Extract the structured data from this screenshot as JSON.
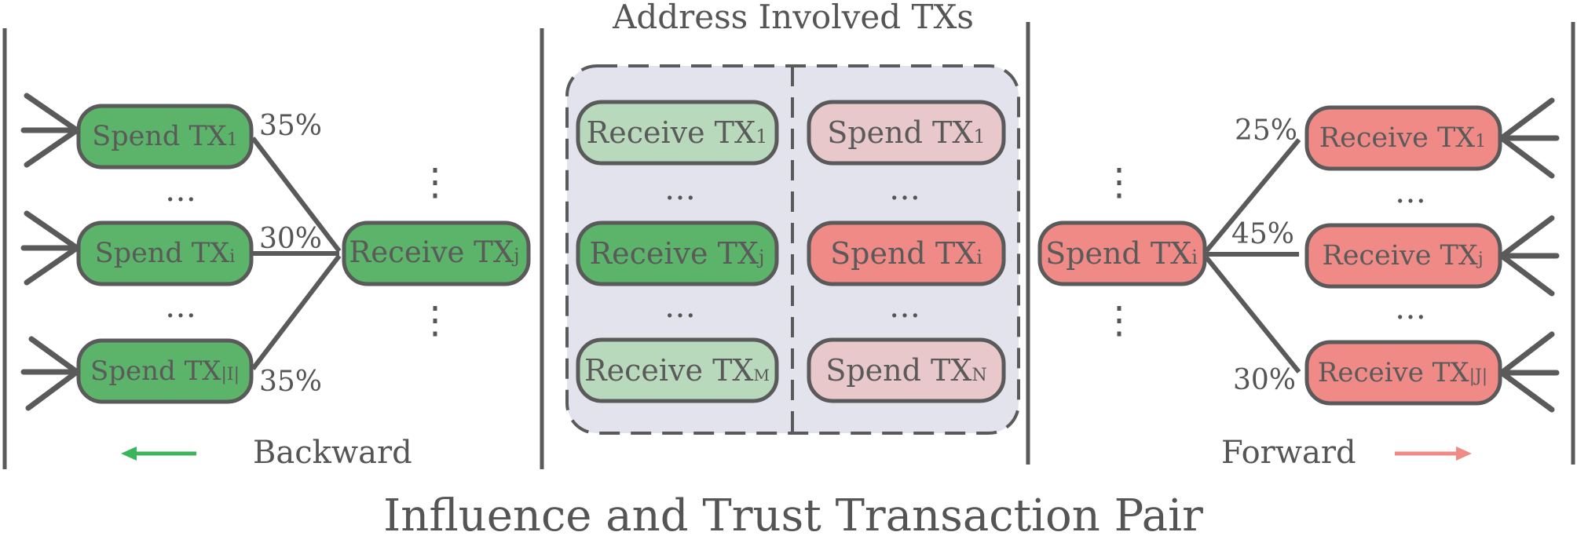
{
  "title": "Influence and Trust Transaction Pair",
  "center_title": "Address Involved TXs",
  "colors": {
    "green": "#5cb36a",
    "light_green": "#b9d9bd",
    "red": "#f08a87",
    "light_red": "#e9c8cb",
    "panel": "#e3e3ee",
    "stroke": "#5a5a5a",
    "arrow_green": "#3cb55a",
    "arrow_red": "#f08a87"
  },
  "backward": {
    "label": "Backward",
    "spends": [
      {
        "base": "Spend TX",
        "sub": "1",
        "pct": "35%"
      },
      {
        "base": "Spend TX",
        "sub": "i",
        "pct": "30%"
      },
      {
        "base": "Spend TX",
        "sub": "|I|",
        "pct": "35%"
      }
    ],
    "receive": {
      "base": "Receive TX",
      "sub": "j"
    }
  },
  "center": {
    "receives": [
      {
        "base": "Receive TX",
        "sub": "1"
      },
      {
        "base": "Receive TX",
        "sub": "j"
      },
      {
        "base": "Receive TX",
        "sub": "M"
      }
    ],
    "spends": [
      {
        "base": "Spend TX",
        "sub": "1"
      },
      {
        "base": "Spend TX",
        "sub": "i"
      },
      {
        "base": "Spend TX",
        "sub": "N"
      }
    ]
  },
  "forward": {
    "label": "Forward",
    "spend": {
      "base": "Spend TX",
      "sub": "i"
    },
    "receives": [
      {
        "base": "Receive TX",
        "sub": "1",
        "pct": "25%"
      },
      {
        "base": "Receive TX",
        "sub": "j",
        "pct": "45%"
      },
      {
        "base": "Receive TX",
        "sub": "|J|",
        "pct": "30%"
      }
    ]
  },
  "ellipsis": "…",
  "vertical_ellipsis": "⋮"
}
